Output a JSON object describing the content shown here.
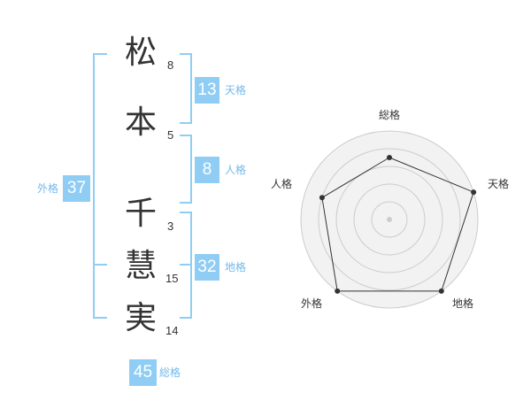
{
  "name": {
    "chars": [
      {
        "char": "松",
        "strokes": "8"
      },
      {
        "char": "本",
        "strokes": "5"
      },
      {
        "char": "千",
        "strokes": "3"
      },
      {
        "char": "慧",
        "strokes": "15"
      },
      {
        "char": "実",
        "strokes": "14"
      }
    ]
  },
  "fortune": {
    "tenkaku": {
      "value": "13",
      "label": "天格"
    },
    "jinkaku": {
      "value": "8",
      "label": "人格"
    },
    "chikaku": {
      "value": "32",
      "label": "地格"
    },
    "gaikaku": {
      "value": "37",
      "label": "外格"
    },
    "soukaku": {
      "value": "45",
      "label": "総格"
    }
  },
  "chart_data": {
    "type": "radar",
    "axes": [
      "総格",
      "天格",
      "地格",
      "外格",
      "人格"
    ],
    "values": [
      0.7,
      1.0,
      1.0,
      1.0,
      0.8
    ],
    "rings": 5,
    "colors": {
      "line": "#333333",
      "fill": "#f2f2f2",
      "ring": "#cccccc",
      "accent": "#90cdf4"
    }
  }
}
